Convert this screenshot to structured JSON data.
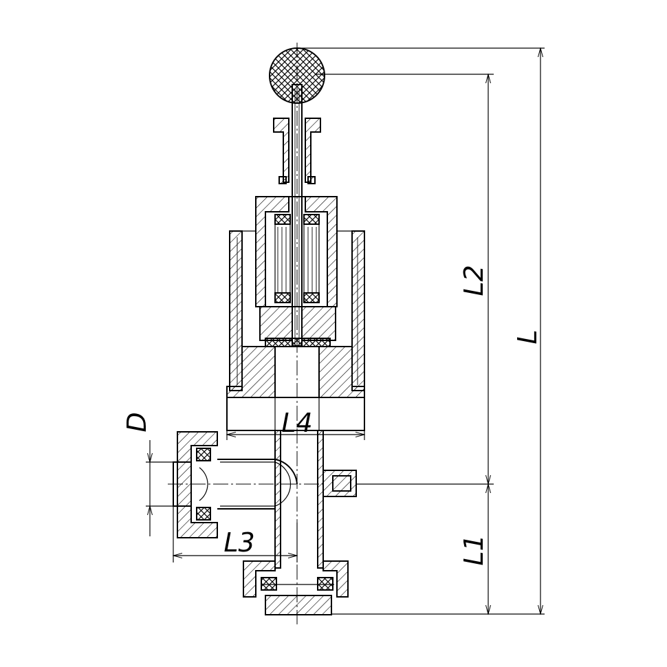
{
  "drawing": {
    "labels": {
      "L": "L",
      "L1": "L1",
      "L2": "L2",
      "L3": "L3",
      "L4": "L4",
      "D": "D"
    }
  }
}
